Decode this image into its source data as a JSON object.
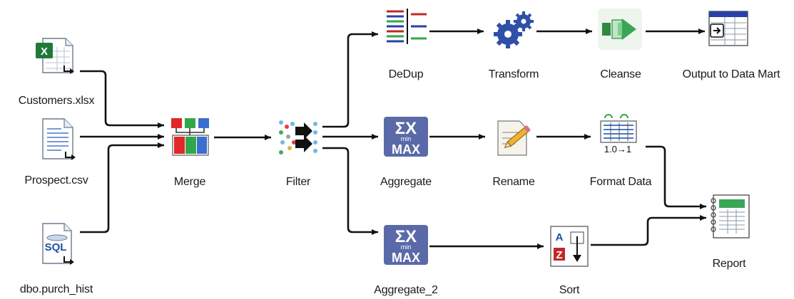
{
  "nodes": {
    "customers": {
      "label": "Customers.xlsx",
      "icon": "excel-file-icon"
    },
    "prospect": {
      "label": "Prospect.csv",
      "icon": "text-file-icon"
    },
    "purch_hist": {
      "label": "dbo.purch_hist",
      "icon": "sql-file-icon"
    },
    "merge": {
      "label": "Merge",
      "icon": "merge-icon"
    },
    "filter": {
      "label": "Filter",
      "icon": "filter-icon"
    },
    "dedup": {
      "label": "DeDup",
      "icon": "dedup-icon"
    },
    "aggregate": {
      "label": "Aggregate",
      "icon": "aggregate-icon"
    },
    "aggregate_2": {
      "label": "Aggregate_2",
      "icon": "aggregate-icon"
    },
    "transform": {
      "label": "Transform",
      "icon": "gears-icon"
    },
    "rename": {
      "label": "Rename",
      "icon": "rename-pencil-icon"
    },
    "sort": {
      "label": "Sort",
      "icon": "sort-az-icon"
    },
    "cleanse": {
      "label": "Cleanse",
      "icon": "cleanse-icon"
    },
    "format_data": {
      "label": "Format Data",
      "icon": "format-data-icon"
    },
    "output": {
      "label": "Output to Data Mart",
      "icon": "data-mart-output-icon"
    },
    "report": {
      "label": "Report",
      "icon": "report-icon"
    }
  },
  "icon_text": {
    "sql": "SQL",
    "sigma": "ΣX",
    "min": "min",
    "max": "MAX",
    "a": "A",
    "z": "Z",
    "format": "1.0→1"
  },
  "colors": {
    "connector": "#111111",
    "excel_green": "#1f7a3a",
    "sql_blue": "#1e4fa3",
    "aggregate_bg": "#5a6aa8",
    "gear_blue": "#2f4fa8",
    "cleanse_green": "#3aa655"
  },
  "edges": [
    [
      "customers",
      "merge"
    ],
    [
      "prospect",
      "merge"
    ],
    [
      "purch_hist",
      "merge"
    ],
    [
      "merge",
      "filter"
    ],
    [
      "filter",
      "dedup"
    ],
    [
      "filter",
      "aggregate"
    ],
    [
      "filter",
      "aggregate_2"
    ],
    [
      "dedup",
      "transform"
    ],
    [
      "transform",
      "cleanse"
    ],
    [
      "cleanse",
      "output"
    ],
    [
      "aggregate",
      "rename"
    ],
    [
      "rename",
      "format_data"
    ],
    [
      "format_data",
      "report"
    ],
    [
      "aggregate_2",
      "sort"
    ],
    [
      "sort",
      "report"
    ]
  ]
}
